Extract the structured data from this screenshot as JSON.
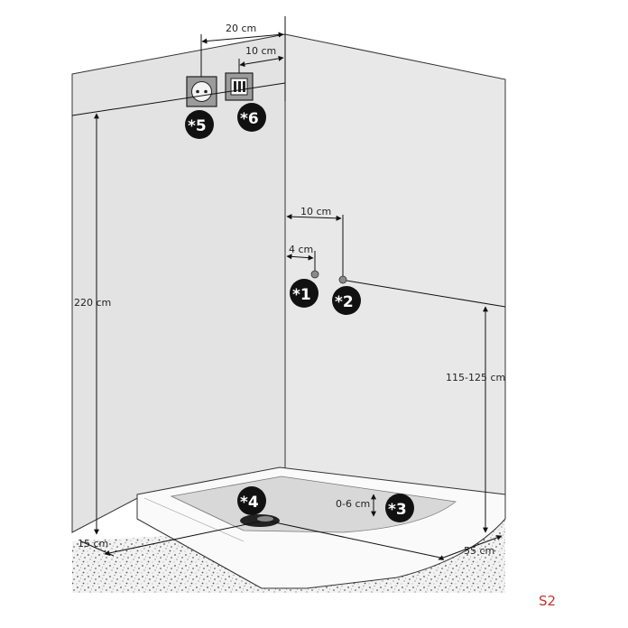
{
  "dimensions": {
    "outlets_spacing": "20 cm",
    "outlet_to_corner": "10 cm",
    "valve_spacing": "10 cm",
    "valve_offset": "4 cm",
    "wall_height": "220 cm",
    "valve_height": "115-125 cm",
    "tray_recess": "0-6 cm",
    "drain_offset": "15 cm",
    "tray_depth": "55 cm"
  },
  "markers": {
    "m1": "*1",
    "m2": "*2",
    "m3": "*3",
    "m4": "*4",
    "m5": "*5",
    "m6": "*6"
  },
  "page_code": "S2"
}
